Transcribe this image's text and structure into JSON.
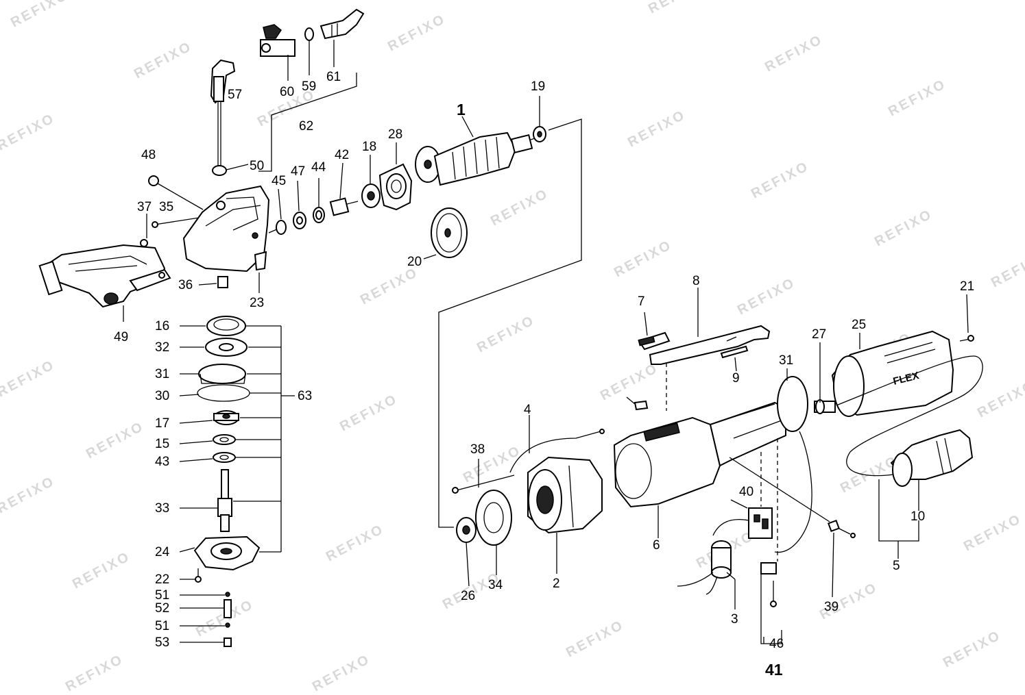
{
  "watermark": {
    "text": "REFIXO"
  },
  "brand": {
    "name": "FLEX"
  },
  "labels": {
    "l1": "1",
    "l2": "2",
    "l3": "3",
    "l4": "4",
    "l5": "5",
    "l6": "6",
    "l7": "7",
    "l8": "8",
    "l9": "9",
    "l10": "10",
    "l15": "15",
    "l16": "16",
    "l17": "17",
    "l18": "18",
    "l19": "19",
    "l20": "20",
    "l21": "21",
    "l22": "22",
    "l23": "23",
    "l24": "24",
    "l25": "25",
    "l26": "26",
    "l27": "27",
    "l28": "28",
    "l30": "30",
    "l31a": "31",
    "l31b": "31",
    "l32": "32",
    "l33": "33",
    "l34": "34",
    "l35": "35",
    "l36": "36",
    "l37": "37",
    "l38": "38",
    "l39": "39",
    "l40": "40",
    "l41": "41",
    "l42": "42",
    "l43": "43",
    "l44": "44",
    "l45": "45",
    "l46": "46",
    "l47": "47",
    "l48": "48",
    "l49": "49",
    "l50": "50",
    "l51a": "51",
    "l51b": "51",
    "l52": "52",
    "l53": "53",
    "l57": "57",
    "l59": "59",
    "l60": "60",
    "l61": "61",
    "l62": "62",
    "l63": "63"
  }
}
